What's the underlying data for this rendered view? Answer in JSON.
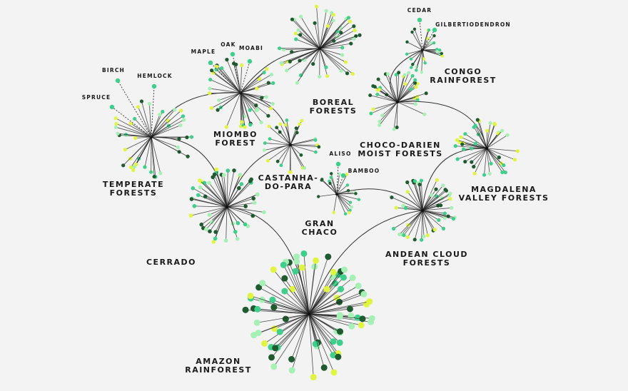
{
  "colors": {
    "background": "#f3f3f3",
    "dark": "#1f5a30",
    "medium": "#3fcf8c",
    "light": "#a6f0b6",
    "yellow": "#e0f542",
    "edge": "#222222"
  },
  "hubs": [
    {
      "id": "temperate",
      "label_lines": [
        "TEMPERATE",
        "FORESTS"
      ],
      "leaves": 40,
      "species": [
        {
          "name": "SPRUCE"
        },
        {
          "name": "BIRCH"
        },
        {
          "name": "HEMLOCK"
        }
      ]
    },
    {
      "id": "miombo",
      "label_lines": [
        "MIOMBO",
        "FOREST"
      ],
      "leaves": 42,
      "species": [
        {
          "name": "MAPLE"
        },
        {
          "name": "OAK"
        },
        {
          "name": "MOABI"
        }
      ]
    },
    {
      "id": "boreal",
      "label_lines": [
        "BOREAL",
        "FORESTS"
      ],
      "leaves": 50,
      "species": []
    },
    {
      "id": "castanha",
      "label_lines": [
        "CASTANHA-",
        "DO-PARA"
      ],
      "leaves": 26,
      "species": []
    },
    {
      "id": "cerrado",
      "label_lines": [
        "CERRADO"
      ],
      "leaves": 50,
      "species": []
    },
    {
      "id": "granchaco",
      "label_lines": [
        "GRAN",
        "CHACO"
      ],
      "leaves": 20,
      "species": [
        {
          "name": "ALISO"
        },
        {
          "name": "BAMBOO"
        }
      ]
    },
    {
      "id": "amazon",
      "label_lines": [
        "AMAZON",
        "RAINFOREST"
      ],
      "leaves": 80,
      "species": []
    },
    {
      "id": "andean",
      "label_lines": [
        "ANDEAN CLOUD",
        "FORESTS"
      ],
      "leaves": 45,
      "species": []
    },
    {
      "id": "magdalena",
      "label_lines": [
        "MAGDALENA",
        "VALLEY FORESTS"
      ],
      "leaves": 38,
      "species": []
    },
    {
      "id": "choco",
      "label_lines": [
        "CHOCO-DARIEN",
        "MOIST FORESTS"
      ],
      "leaves": 36,
      "species": []
    },
    {
      "id": "congo",
      "label_lines": [
        "CONGO",
        "RAINFOREST"
      ],
      "leaves": 24,
      "species": [
        {
          "name": "CEDAR"
        },
        {
          "name": "GILBERTIODENDRON"
        }
      ]
    }
  ],
  "links": [
    [
      "temperate",
      "miombo"
    ],
    [
      "temperate",
      "cerrado"
    ],
    [
      "miombo",
      "boreal"
    ],
    [
      "miombo",
      "castanha"
    ],
    [
      "cerrado",
      "castanha"
    ],
    [
      "cerrado",
      "amazon"
    ],
    [
      "amazon",
      "andean"
    ],
    [
      "granchaco",
      "andean"
    ],
    [
      "andean",
      "magdalena"
    ],
    [
      "choco",
      "magdalena"
    ],
    [
      "choco",
      "congo"
    ]
  ]
}
